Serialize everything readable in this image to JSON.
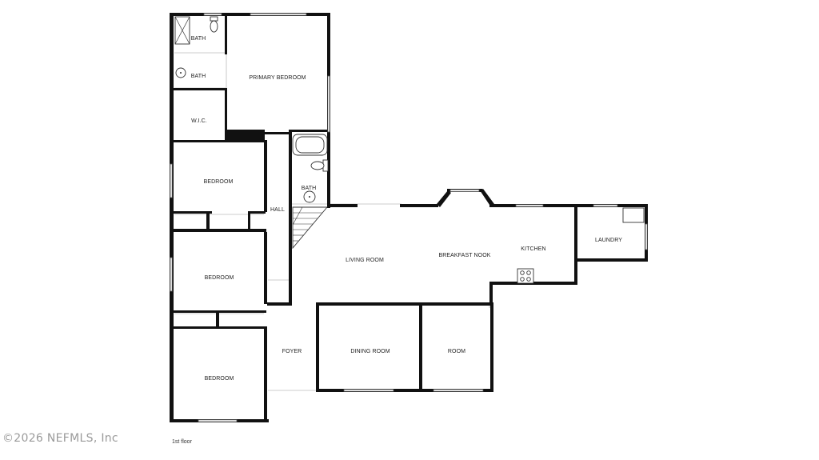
{
  "rooms": {
    "bath_1": "BATH",
    "bath_2": "BATH",
    "primary_bedroom": "PRIMARY BEDROOM",
    "wic": "W.I.C.",
    "bedroom_1": "BEDROOM",
    "bath_3": "BATH",
    "hall": "HALL",
    "living_room": "LIVING ROOM",
    "breakfast_nook": "BREAKFAST NOOK",
    "kitchen": "KITCHEN",
    "laundry": "LAUNDRY",
    "bedroom_2": "BEDROOM",
    "foyer": "FOYER",
    "dining_room": "DINING ROOM",
    "room": "ROOM",
    "bedroom_3": "BEDROOM"
  },
  "floor_label": "1st floor",
  "watermark": "©2026 NEFMLS, Inc"
}
